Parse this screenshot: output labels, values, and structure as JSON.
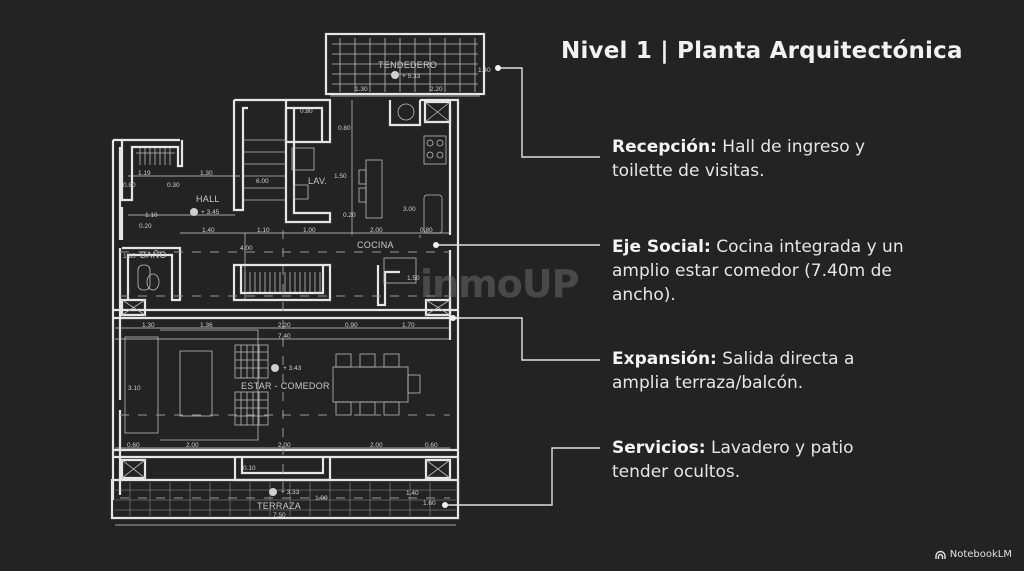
{
  "slide": {
    "title": "Nivel 1 | Planta Arquitectónica",
    "callouts": [
      {
        "heading": "Recepción:",
        "text": "Hall de ingreso y toilette de visitas."
      },
      {
        "heading": "Eje Social:",
        "text": "Cocina integrada y un amplio estar comedor (7.40m de ancho)."
      },
      {
        "heading": "Expansión:",
        "text": "Salida directa a amplia terraza/balcón."
      },
      {
        "heading": "Servicios:",
        "text": "Lavadero y patio tender ocultos."
      }
    ],
    "watermark": "inmoUP",
    "footer": {
      "brand": "NotebookLM",
      "icon": "notebooklm-logo-icon"
    }
  },
  "plan": {
    "rooms": [
      "TENDEDERO",
      "HALL",
      "LAV.",
      "COCINA",
      "BAÑO",
      "ESTAR - COMEDOR",
      "TERRAZA"
    ],
    "levels": [
      "+ 5.33",
      "+ 3.45",
      "+ 3.43",
      "+ 3.33"
    ],
    "dims": [
      "1.30",
      "2.20",
      "1.40",
      "0.80",
      "0.80",
      "1.19",
      "1.30",
      "0.30",
      "0.80",
      "1.10",
      "0.20",
      "6.00",
      "1.50",
      "0.20",
      "3.00",
      "1.40",
      "1.10",
      "1.00",
      "2.00",
      "0.80",
      "1.85",
      "4.00",
      "1.50",
      "1.30",
      "1.36",
      "2.20",
      "0.90",
      "1.70",
      "7.40",
      "3.10",
      "0.60",
      "2.00",
      "2.00",
      "2.00",
      "0.60",
      "0.10",
      "1.00",
      "1.40",
      "1.60",
      "7.50"
    ]
  },
  "colors": {
    "background": "#232323",
    "lines": "#e6e6e6",
    "text": "#e8e8e8"
  }
}
